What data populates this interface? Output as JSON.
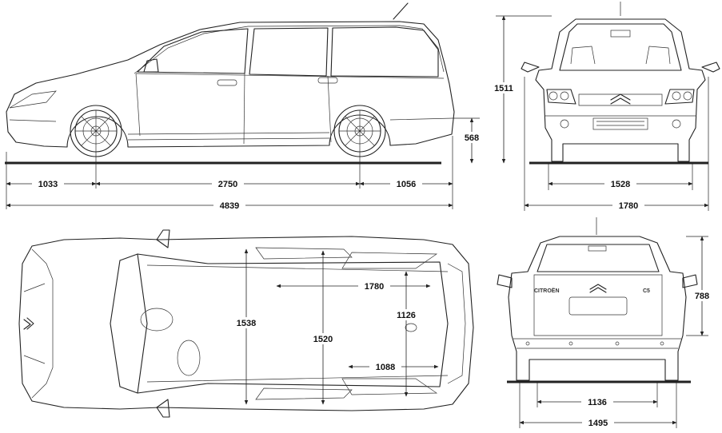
{
  "dimensions": {
    "front_overhang": "1033",
    "wheelbase": "2750",
    "rear_overhang": "1056",
    "overall_length": "4839",
    "ground_clearance_height": "568",
    "overall_height": "1511",
    "front_track": "1528",
    "overall_width": "1780",
    "rear_tailgate_height": "788",
    "rear_track": "1136",
    "rear_width": "1495",
    "interior_length": "1780",
    "front_interior_width": "1538",
    "rear_interior_width": "1520",
    "cargo_height": "1126",
    "cargo_floor_length": "1088"
  },
  "badges": {
    "brand": "CITROËN",
    "model": "C5"
  }
}
